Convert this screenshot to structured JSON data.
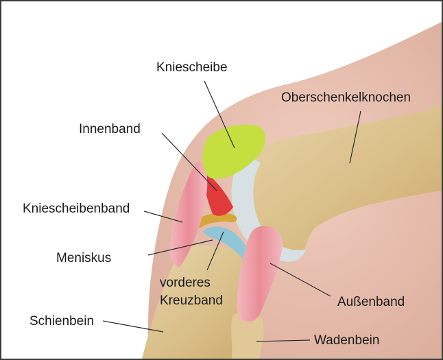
{
  "labels": {
    "kniescheibe": "Kniescheibe",
    "oberschenkelknochen": "Oberschenkelknochen",
    "innenband": "Innenband",
    "kniescheibenband": "Kniescheibenband",
    "meniskus": "Meniskus",
    "vorderes_kreuzband_line1": "vorderes",
    "vorderes_kreuzband_line2": "Kreuzband",
    "aussenband": "Außenband",
    "schienbein": "Schienbein",
    "wadenbein": "Wadenbein"
  },
  "colors": {
    "skin": "#e9c1b3",
    "bone": "#dcc494",
    "patella": "#c4df3f",
    "ligament_red": "#e03a3a",
    "ligament_pink": "#ec9aa3",
    "meniscus": "#d6a63a",
    "cruciate": "#8fc6d8",
    "cartilage": "#d7e2e8",
    "border": "#3a3a3a"
  }
}
